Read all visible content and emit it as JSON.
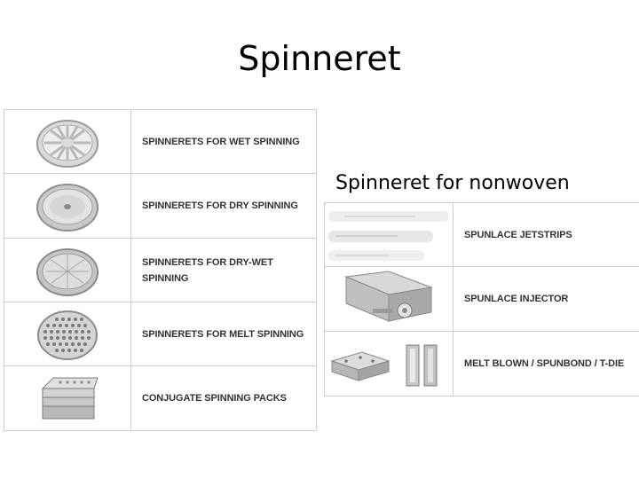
{
  "title": "Spinneret",
  "subtitle": "Spinneret for nonwoven",
  "left_table": {
    "rows": [
      {
        "label": "SPINNERETS FOR WET SPINNING",
        "icon": "wet-spinneret-dish-icon"
      },
      {
        "label": "SPINNERETS FOR DRY SPINNING",
        "icon": "dry-spinneret-dish-icon"
      },
      {
        "label": "SPINNERETS FOR DRY-WET SPINNING",
        "icon": "dry-wet-spinneret-dish-icon"
      },
      {
        "label": "SPINNERETS FOR MELT SPINNING",
        "icon": "melt-spinneret-plate-icon"
      },
      {
        "label": "CONJUGATE SPINNING PACKS",
        "icon": "spinning-pack-stack-icon"
      }
    ]
  },
  "right_table": {
    "rows": [
      {
        "label": "SPUNLACE JETSTRIPS",
        "icon": "jetstrips-icon"
      },
      {
        "label": "SPUNLACE INJECTOR",
        "icon": "injector-icon"
      },
      {
        "label": "MELT BLOWN / SPUNBOND / T-DIE",
        "icon": "t-die-blocks-icon"
      }
    ]
  }
}
